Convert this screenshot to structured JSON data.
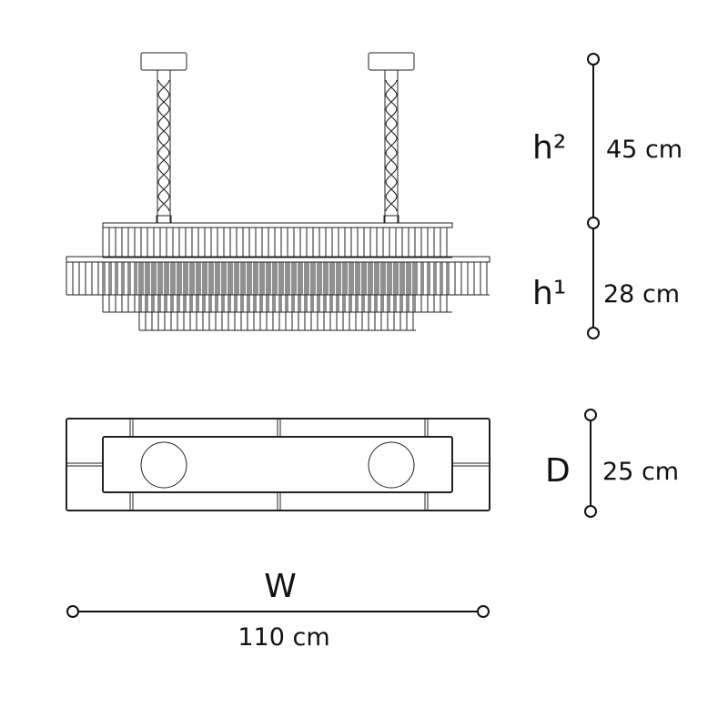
{
  "elevation_view": {
    "height_labels": [
      {
        "symbol": "h²",
        "value": "45 cm"
      },
      {
        "symbol": "h¹",
        "value": "28 cm"
      }
    ]
  },
  "top_view": {
    "depth": {
      "symbol": "D",
      "value": "25 cm"
    }
  },
  "width": {
    "symbol": "W",
    "value": "110 cm"
  },
  "colors": {
    "line": "#111111",
    "background": "#ffffff"
  }
}
